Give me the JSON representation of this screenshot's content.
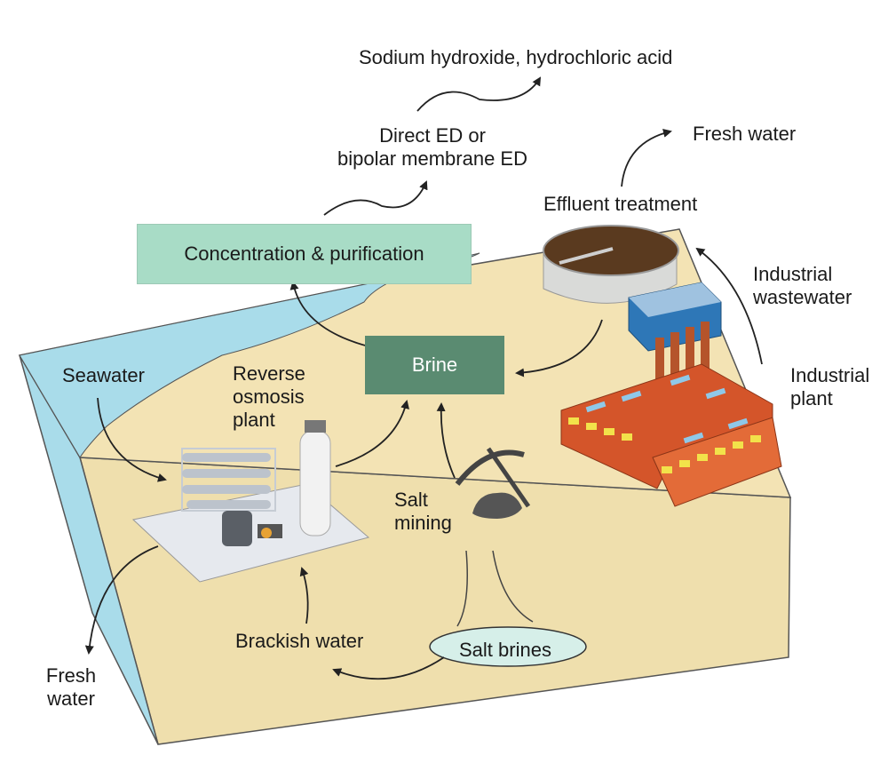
{
  "colors": {
    "ground_top": "#f3e3b4",
    "ground_side": "#efdfad",
    "sea": "#a9dcea",
    "concentration_box": "#a8dcc6",
    "brine_box": "#5a8b71",
    "brine_text": "#ffffff",
    "arrow": "#222222",
    "salt_brines_pool": "#d6efe9"
  },
  "labels": {
    "products": "Sodium hydroxide, hydrochloric acid",
    "ed_process": "Direct ED or\nbipolar membrane ED",
    "fresh_water_top": "Fresh water",
    "effluent_treatment": "Effluent treatment",
    "concentration": "Concentration & purification",
    "industrial_wastewater": "Industrial\nwastewater",
    "seawater": "Seawater",
    "reverse_osmosis": "Reverse\nosmosis\nplant",
    "brine": "Brine",
    "industrial_plant": "Industrial\nplant",
    "salt_mining": "Salt\nmining",
    "brackish_water": "Brackish water",
    "salt_brines": "Salt brines",
    "fresh_water_bottom": "Fresh\nwater"
  },
  "icons": [
    "reverse-osmosis-plant-icon",
    "pickaxe-icon",
    "salt-pile-icon",
    "effluent-tank-icon",
    "industrial-plant-icon"
  ]
}
